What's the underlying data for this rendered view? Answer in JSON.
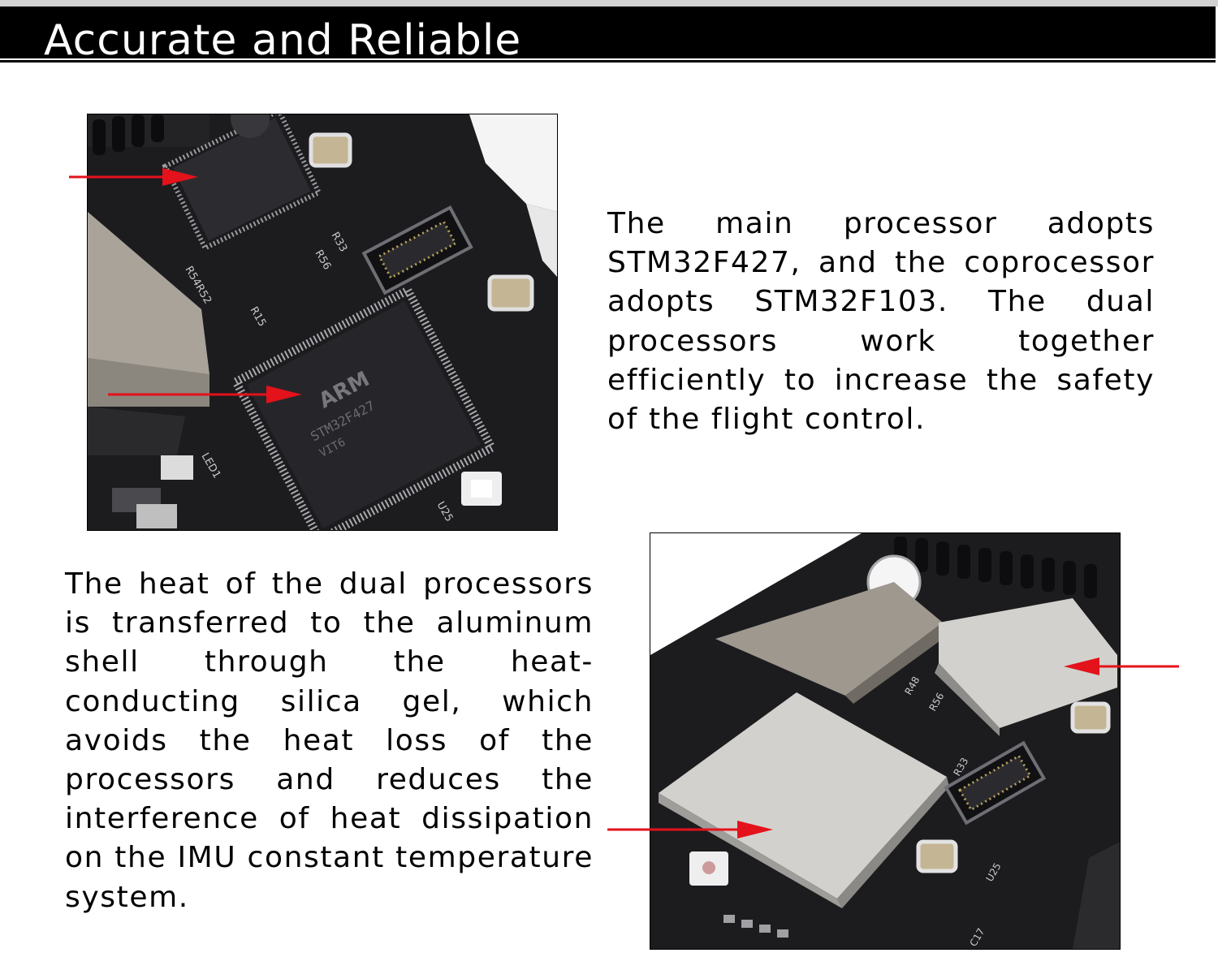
{
  "header": {
    "title": "Accurate and Reliable"
  },
  "sections": [
    {
      "text": "The main processor adopts STM32F427, and the coproces­sor adopts STM32F103. The dual processors work together efficiently to increase the safety of the flight control."
    },
    {
      "text": "The heat of the dual proces­sors is transferred to the alu­minum shell through the heat-conducting silica gel, which avoids the heat loss of the processors and reduces the interference of heat dissipa­tion on the IMU constant tem­perature system."
    }
  ],
  "colors": {
    "header_bg": "#000000",
    "header_text": "#ffffff",
    "arrow": "#e3121b",
    "pcb": "#1b1b1d",
    "thermal_pad": "#d3d1cd"
  }
}
